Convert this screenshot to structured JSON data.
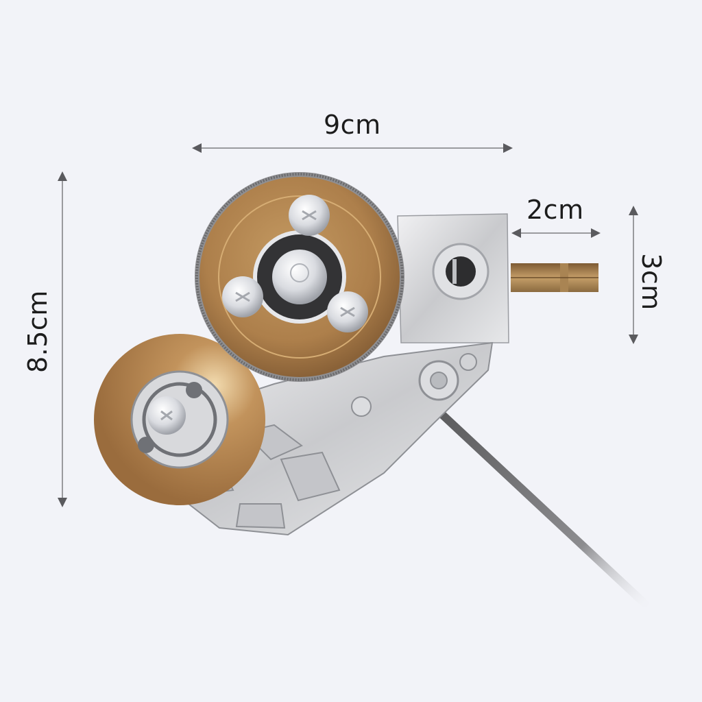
{
  "image": {
    "subject": "electric drill plate cutter attachment (sheet metal nibbler)",
    "background_color": "#f2f3f8"
  },
  "dimensions": {
    "width": {
      "label": "9cm",
      "orientation": "horizontal"
    },
    "height": {
      "label": "8.5cm",
      "orientation": "vertical"
    },
    "shank_length": {
      "label": "2cm",
      "orientation": "horizontal"
    },
    "head_height": {
      "label": "3cm",
      "orientation": "vertical"
    }
  },
  "colors": {
    "arrow": "#5a5a5e",
    "arrow_line": "#9a9a9e",
    "label": "#1c1c1c",
    "bronze_wheel": "#b0824f",
    "bronze_dark": "#8a6238",
    "silver_body": "#d6d7da",
    "bearing": "#3a3a3c",
    "handle_rod": "#6e6e70"
  }
}
